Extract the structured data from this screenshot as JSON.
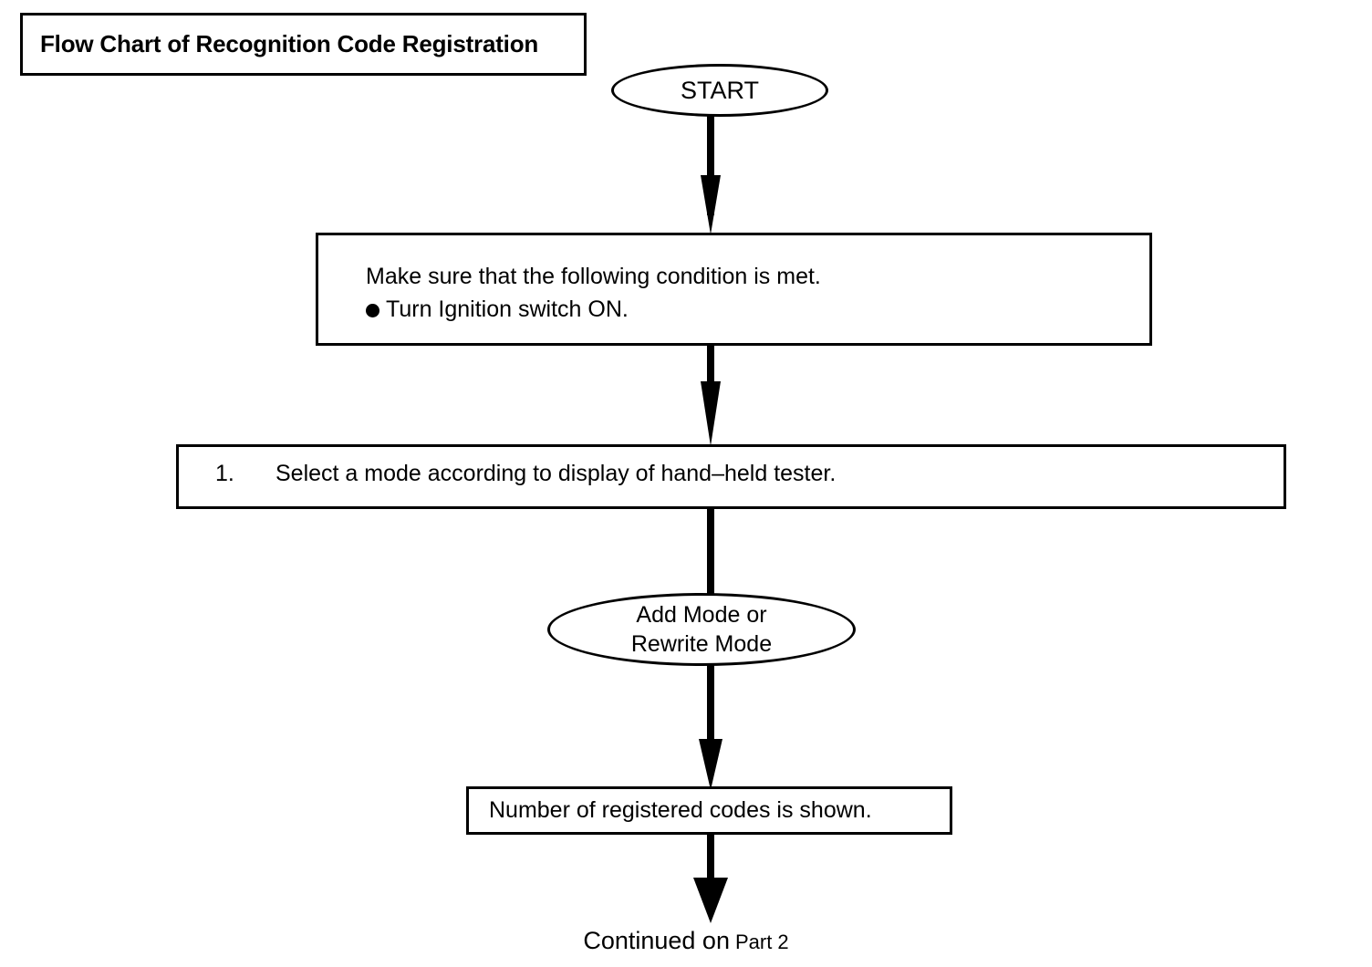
{
  "document": {
    "title": "Flow Chart of Recognition Code Registration"
  },
  "chart_data": {
    "type": "diagram",
    "diagram_kind": "flowchart",
    "orientation": "top-to-bottom",
    "title": "Flow Chart of Recognition Code Registration",
    "nodes": [
      {
        "id": "start",
        "shape": "ellipse",
        "label": "START"
      },
      {
        "id": "condition",
        "shape": "rectangle",
        "label_line1": "Make sure that the following condition is met.",
        "label_line2": "Turn Ignition switch ON.",
        "bullet": "filled-circle"
      },
      {
        "id": "step1",
        "shape": "rectangle",
        "number": "1.",
        "label": "Select a mode according to display of hand–held tester."
      },
      {
        "id": "mode",
        "shape": "ellipse",
        "label_line1": "Add Mode or",
        "label_line2": "Rewrite Mode"
      },
      {
        "id": "codes",
        "shape": "rectangle",
        "label": "Number of registered codes is shown."
      },
      {
        "id": "continued",
        "shape": "text",
        "label_main": "Continued on",
        "label_sub": "Part 2"
      }
    ],
    "edges": [
      {
        "from": "start",
        "to": "condition",
        "style": "solid-arrow"
      },
      {
        "from": "condition",
        "to": "step1",
        "style": "solid-arrow"
      },
      {
        "from": "step1",
        "to": "mode",
        "style": "solid-line"
      },
      {
        "from": "mode",
        "to": "codes",
        "style": "solid-arrow"
      },
      {
        "from": "codes",
        "to": "continued",
        "style": "solid-arrow"
      }
    ]
  },
  "title_box": {
    "label": "Flow Chart of Recognition Code Registration"
  },
  "start_node": {
    "label": "START"
  },
  "condition_box": {
    "line1": "Make sure that the following condition is met.",
    "line2": "Turn Ignition switch ON."
  },
  "step_box": {
    "number": "1.",
    "label": "Select a mode according to display of hand–held tester."
  },
  "mode_node": {
    "line1": "Add Mode or",
    "line2": "Rewrite Mode"
  },
  "codes_box": {
    "label": "Number of registered codes is shown."
  },
  "footer": {
    "main": "Continued on",
    "sub": "Part 2"
  },
  "colors": {
    "ink": "#000000",
    "paper": "#ffffff"
  }
}
